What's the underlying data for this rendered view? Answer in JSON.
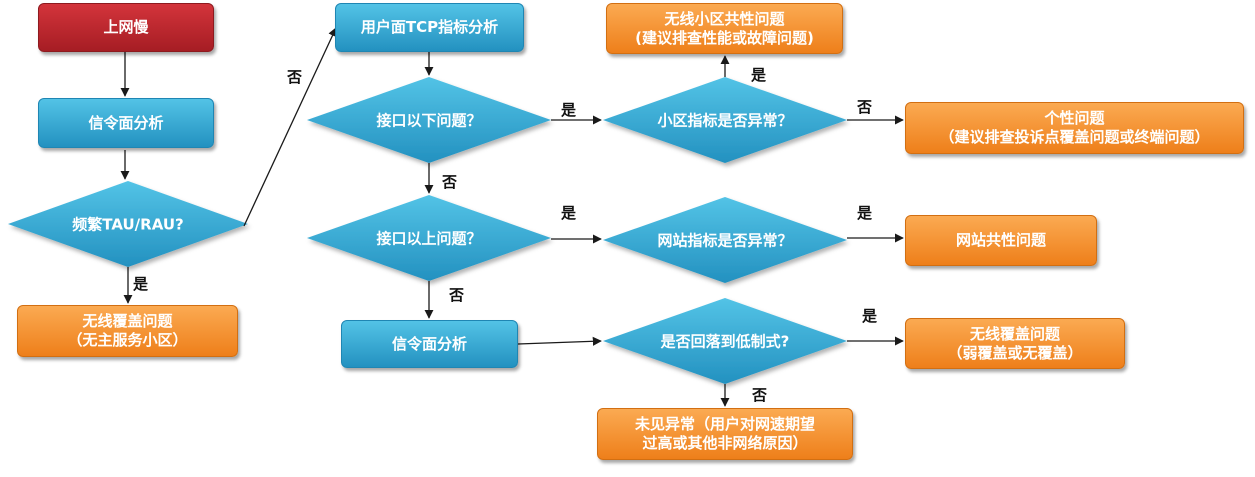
{
  "colors": {
    "start": "#c0282f",
    "process": "#2e9fcb",
    "result": "#f48c25",
    "edge": "#1a1a1a"
  },
  "nodes": {
    "start": "上网慢",
    "signaling1": "信令面分析",
    "frequent_tau": "频繁TAU/RAU?",
    "no_coverage": {
      "line1": "无线覆盖问题",
      "line2": "（无主服务小区）"
    },
    "tcp_analysis": "用户面TCP指标分析",
    "below_interface": "接口以下问题？",
    "cell_indicator": "小区指标是否异常？",
    "cell_common": {
      "line1": "无线小区共性问题",
      "line2": "(建议排查性能或故障问题)"
    },
    "individual": {
      "line1": "个性问题",
      "line2": "（建议排查投诉点覆盖问题或终端问题）"
    },
    "above_interface": "接口以上问题？",
    "site_indicator": "网站指标是否异常？",
    "site_common": "网站共性问题",
    "signaling2": "信令面分析",
    "fallback": "是否回落到低制式?",
    "weak_coverage": {
      "line1": "无线覆盖问题",
      "line2": "（弱覆盖或无覆盖）"
    },
    "no_anomaly": {
      "line1": "未见异常（用户对网速期望",
      "line2": "过高或其他非网络原因）"
    }
  },
  "edge_labels": {
    "yes": "是",
    "no": "否"
  }
}
